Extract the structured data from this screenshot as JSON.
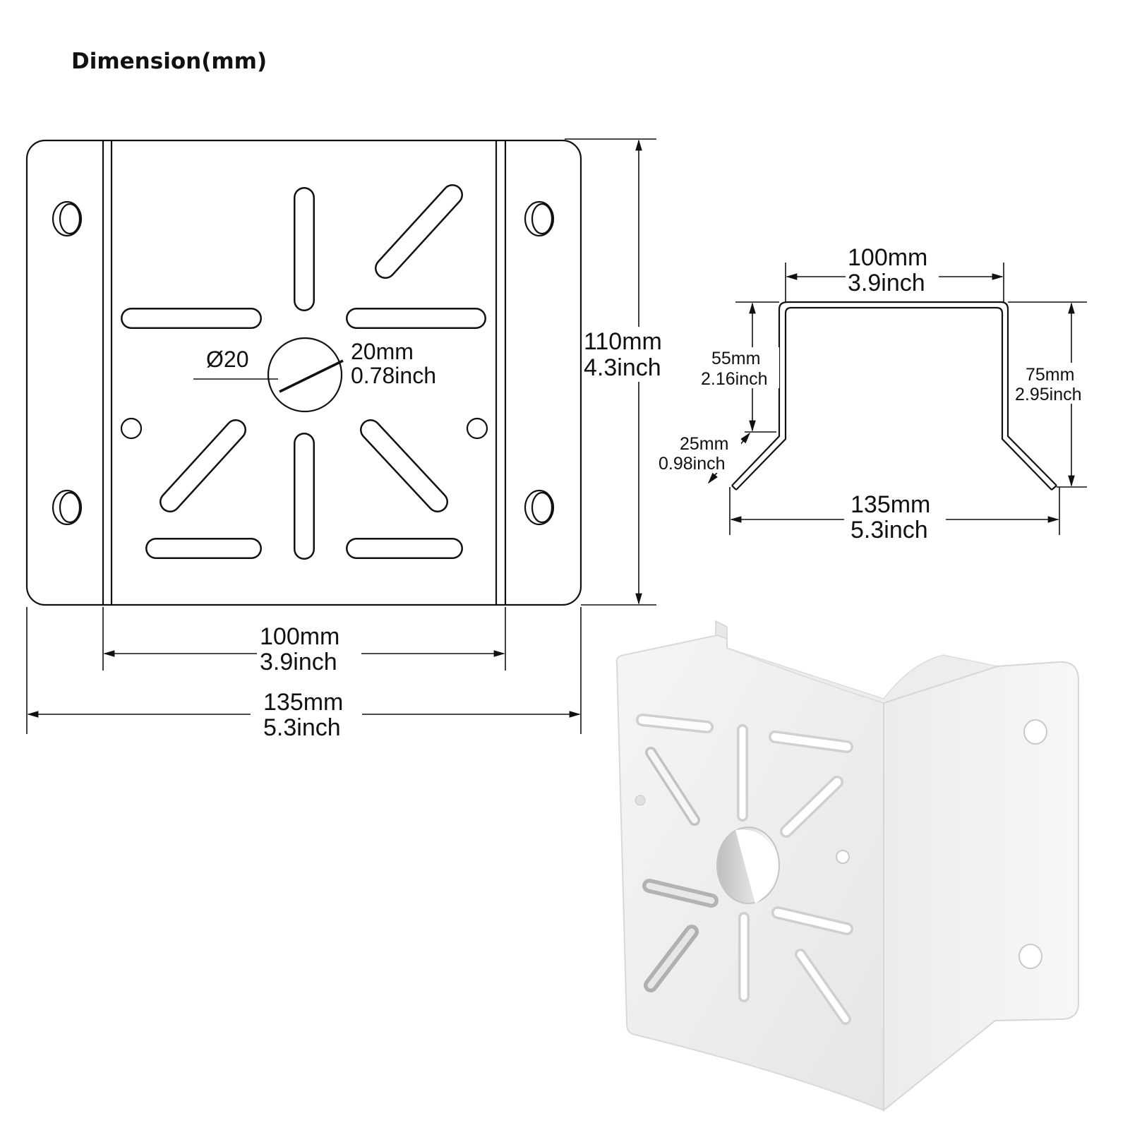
{
  "title": "Dimension(mm)",
  "front_view": {
    "height_mm": "110mm",
    "height_inch": "4.3inch",
    "inner_width_mm": "100mm",
    "inner_width_inch": "3.9inch",
    "outer_width_mm": "135mm",
    "outer_width_inch": "5.3inch",
    "hole_symbol": "Ø20",
    "hole_mm": "20mm",
    "hole_inch": "0.78inch"
  },
  "side_view": {
    "top_mm": "100mm",
    "top_inch": "3.9inch",
    "left_height_mm": "55mm",
    "left_height_inch": "2.16inch",
    "right_height_mm": "75mm",
    "right_height_inch": "2.95inch",
    "flange_mm": "25mm",
    "flange_inch": "0.98inch",
    "bottom_mm": "135mm",
    "bottom_inch": "5.3inch"
  },
  "colors": {
    "line": "#111111",
    "bracket_light": "#f2f2f2",
    "bracket_shade": "#e3e3e3"
  }
}
